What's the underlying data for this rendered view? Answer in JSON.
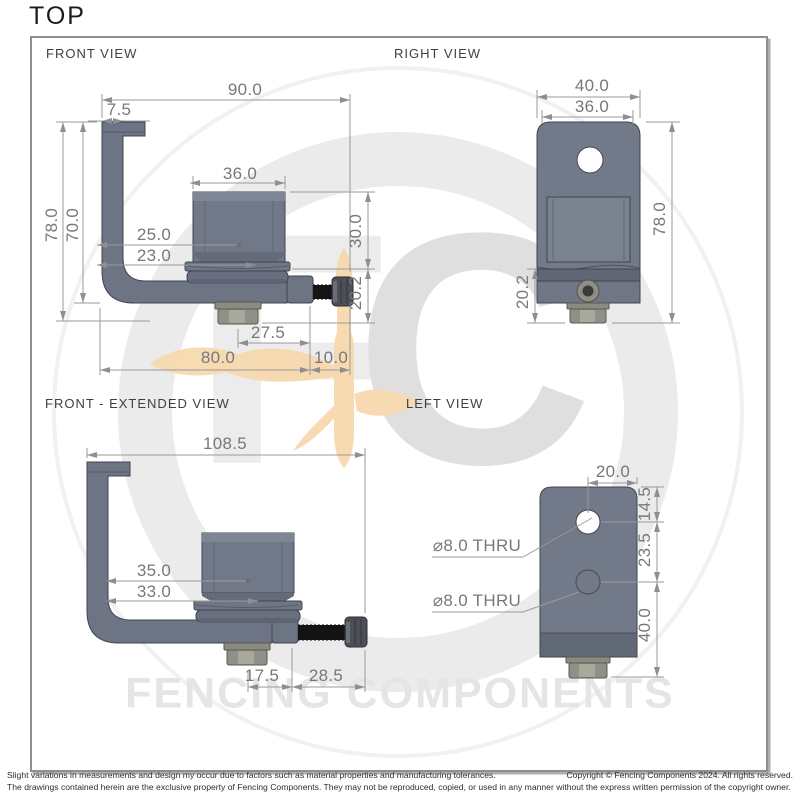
{
  "title": "TOP",
  "watermark": {
    "letter_f": "F",
    "letter_c": "C",
    "brand": "FENCING COMPONENTS"
  },
  "views": {
    "front": {
      "label": "FRONT VIEW",
      "dims": {
        "width_total": "90.0",
        "lip_width": "7.5",
        "height_total": "78.0",
        "height_arm": "70.0",
        "tube_width": "36.0",
        "offset_25": "25.0",
        "offset_23": "23.0",
        "height_30": "30.0",
        "height_20_2": "20.2",
        "offset_27_5": "27.5",
        "width_80": "80.0",
        "width_10": "10.0"
      }
    },
    "right": {
      "label": "RIGHT VIEW",
      "dims": {
        "width_total": "40.0",
        "tube_width": "36.0",
        "height_total": "78.0",
        "height_20_2": "20.2"
      }
    },
    "front_extended": {
      "label": "FRONT - EXTENDED VIEW",
      "dims": {
        "width_total": "108.5",
        "offset_35": "35.0",
        "offset_33": "33.0",
        "offset_17_5": "17.5",
        "extension_28_5": "28.5"
      }
    },
    "left": {
      "label": "LEFT VIEW",
      "dims": {
        "hole_offset": "20.0",
        "hole_top": "14.5",
        "hole_spacing": "23.5",
        "height_40": "40.0",
        "thru_top": "⌀8.0 THRU",
        "thru_bottom": "⌀8.0 THRU"
      }
    }
  },
  "footer": {
    "disclaimer_line1": "Slight variations in measurements and design my occur due to factors such as material properties and manufacturing tolerances.",
    "copyright": "Copyright © Fencing Components 2024. All rights reserved.",
    "disclaimer_line2": "The drawings contained herein are the exclusive property of Fencing Components. They may not be reproduced, copied, or used in any manner without the express written permission of the copyright owner."
  }
}
